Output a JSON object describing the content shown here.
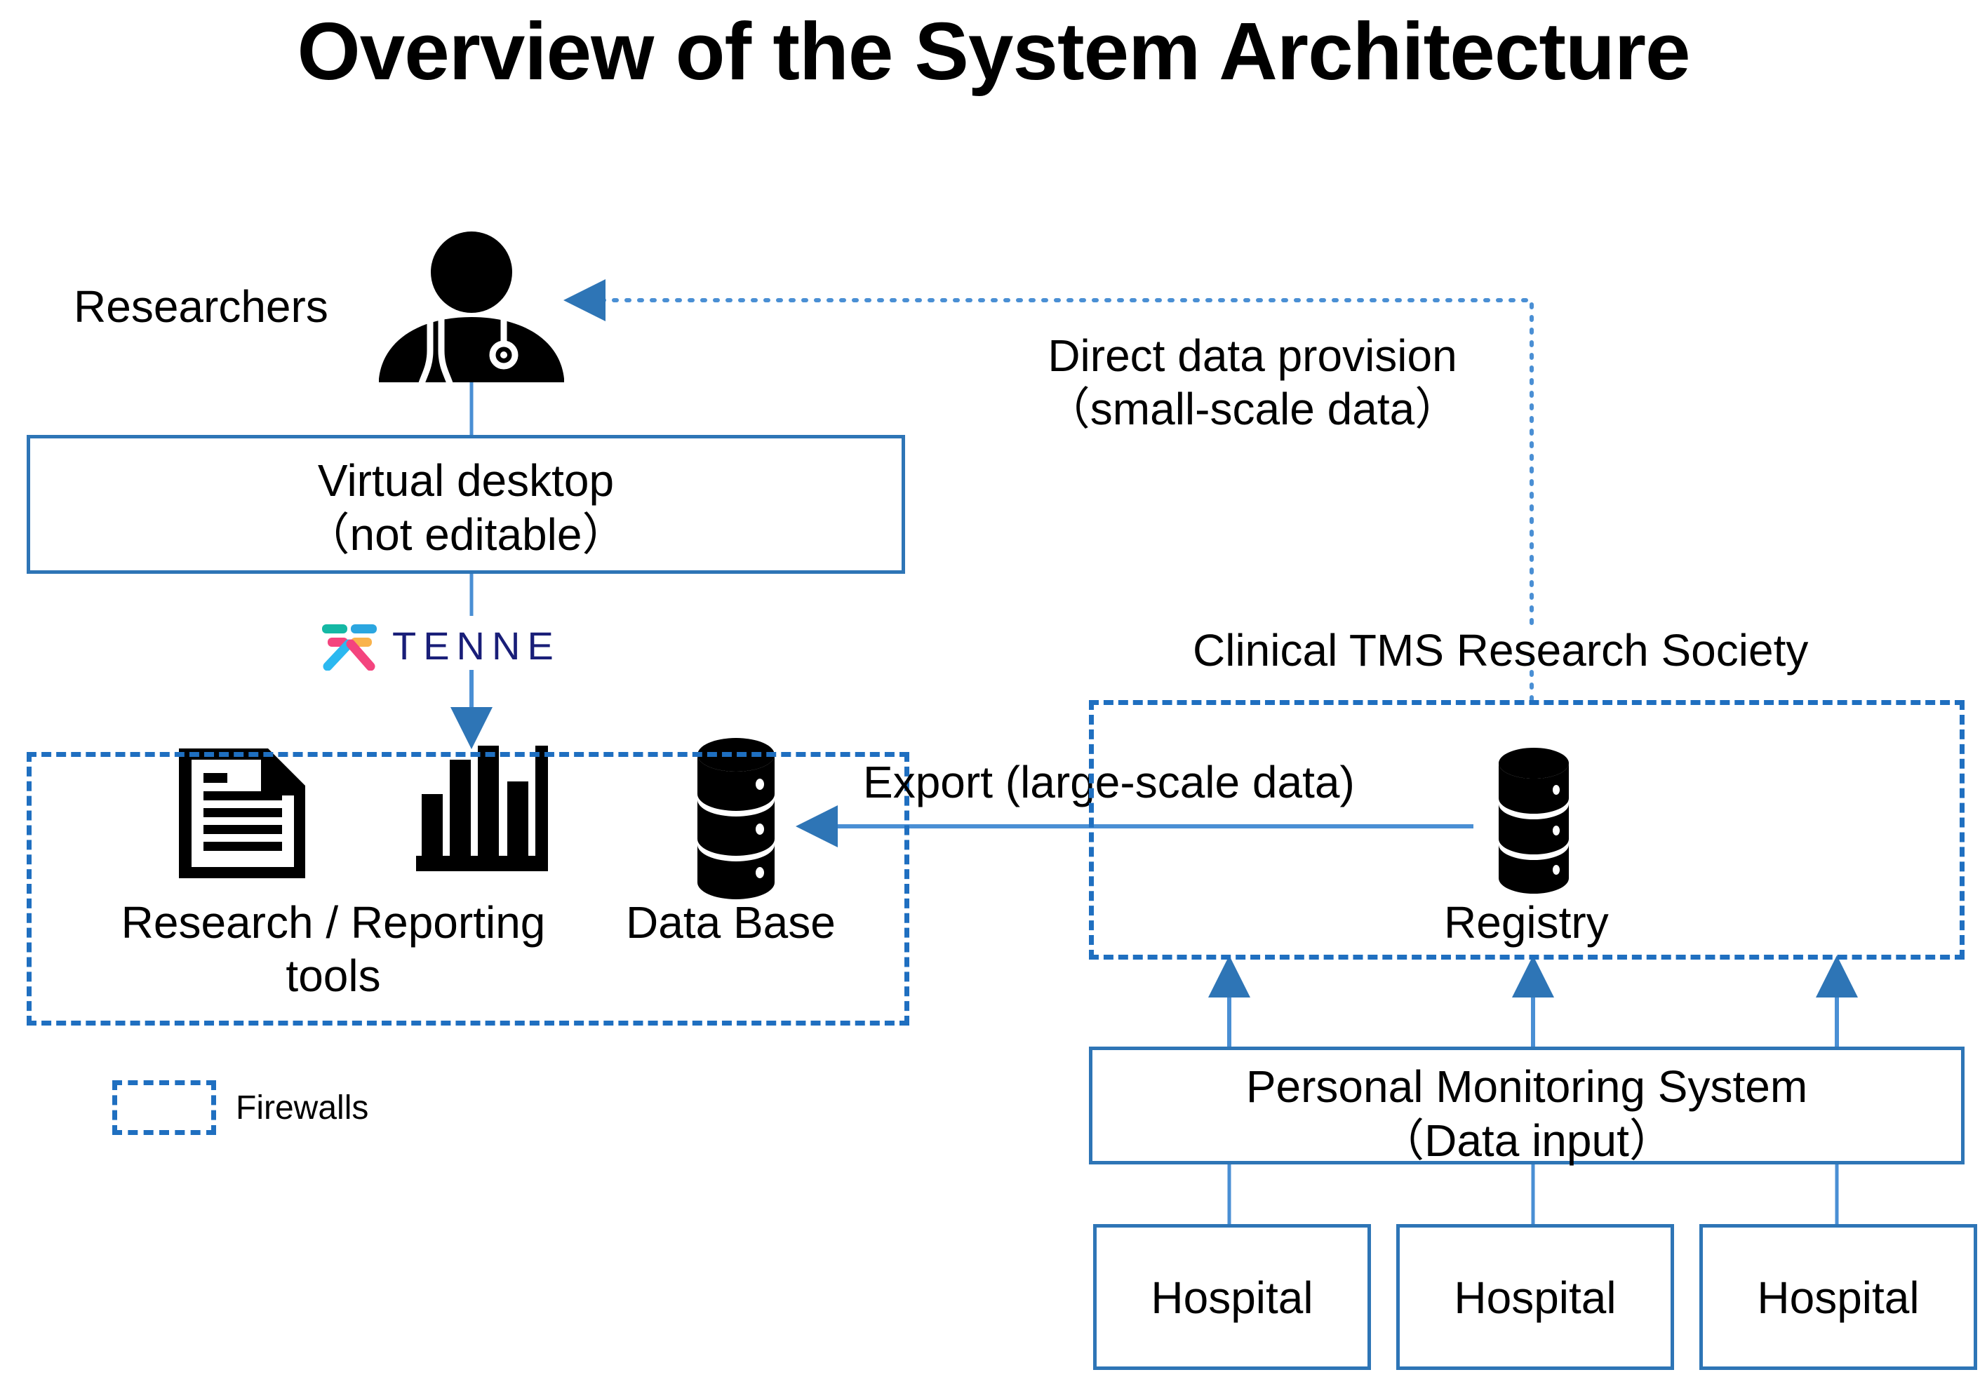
{
  "title": "Overview of the System Architecture",
  "nodes": {
    "researchers": {
      "label": "Researchers",
      "icon": "doctor-icon"
    },
    "virtual_desktop": {
      "line1": "Virtual desktop",
      "line2": "（not editable）"
    },
    "tenne": {
      "word": "TENNE",
      "icon": "tenne-logo-mark"
    },
    "research_tools": {
      "line1": "Research / Reporting",
      "line2": "tools",
      "icons": [
        "document-icon",
        "bar-chart-icon"
      ]
    },
    "data_base": {
      "label": "Data Base",
      "icon": "database-icon"
    },
    "registry": {
      "label": "Registry",
      "icon": "database-icon"
    },
    "society": {
      "label": "Clinical TMS Research Society"
    },
    "personal_monitoring": {
      "line1": "Personal Monitoring System",
      "line2": "（Data input）"
    },
    "hospitals": [
      {
        "label": "Hospital"
      },
      {
        "label": "Hospital"
      },
      {
        "label": "Hospital"
      }
    ]
  },
  "edges": {
    "direct_provision": {
      "line1": "Direct data provision",
      "line2": "（small-scale data）"
    },
    "export": {
      "label": "Export (large-scale data)"
    }
  },
  "legend": {
    "firewalls_label": "Firewalls"
  },
  "colors": {
    "box_border": "#2E75B6",
    "firewall_border": "#1F6FC0",
    "connector": "#4A8FD4",
    "arrow_fill": "#2E75B6",
    "text": "#000000",
    "tenne_navy": "#191E78",
    "tenne_teal": "#14B8A4",
    "tenne_blue": "#2BA6E0",
    "tenne_pink": "#F4447E",
    "tenne_orange": "#F9B34C",
    "tenne_cyan": "#2BB8F0"
  }
}
